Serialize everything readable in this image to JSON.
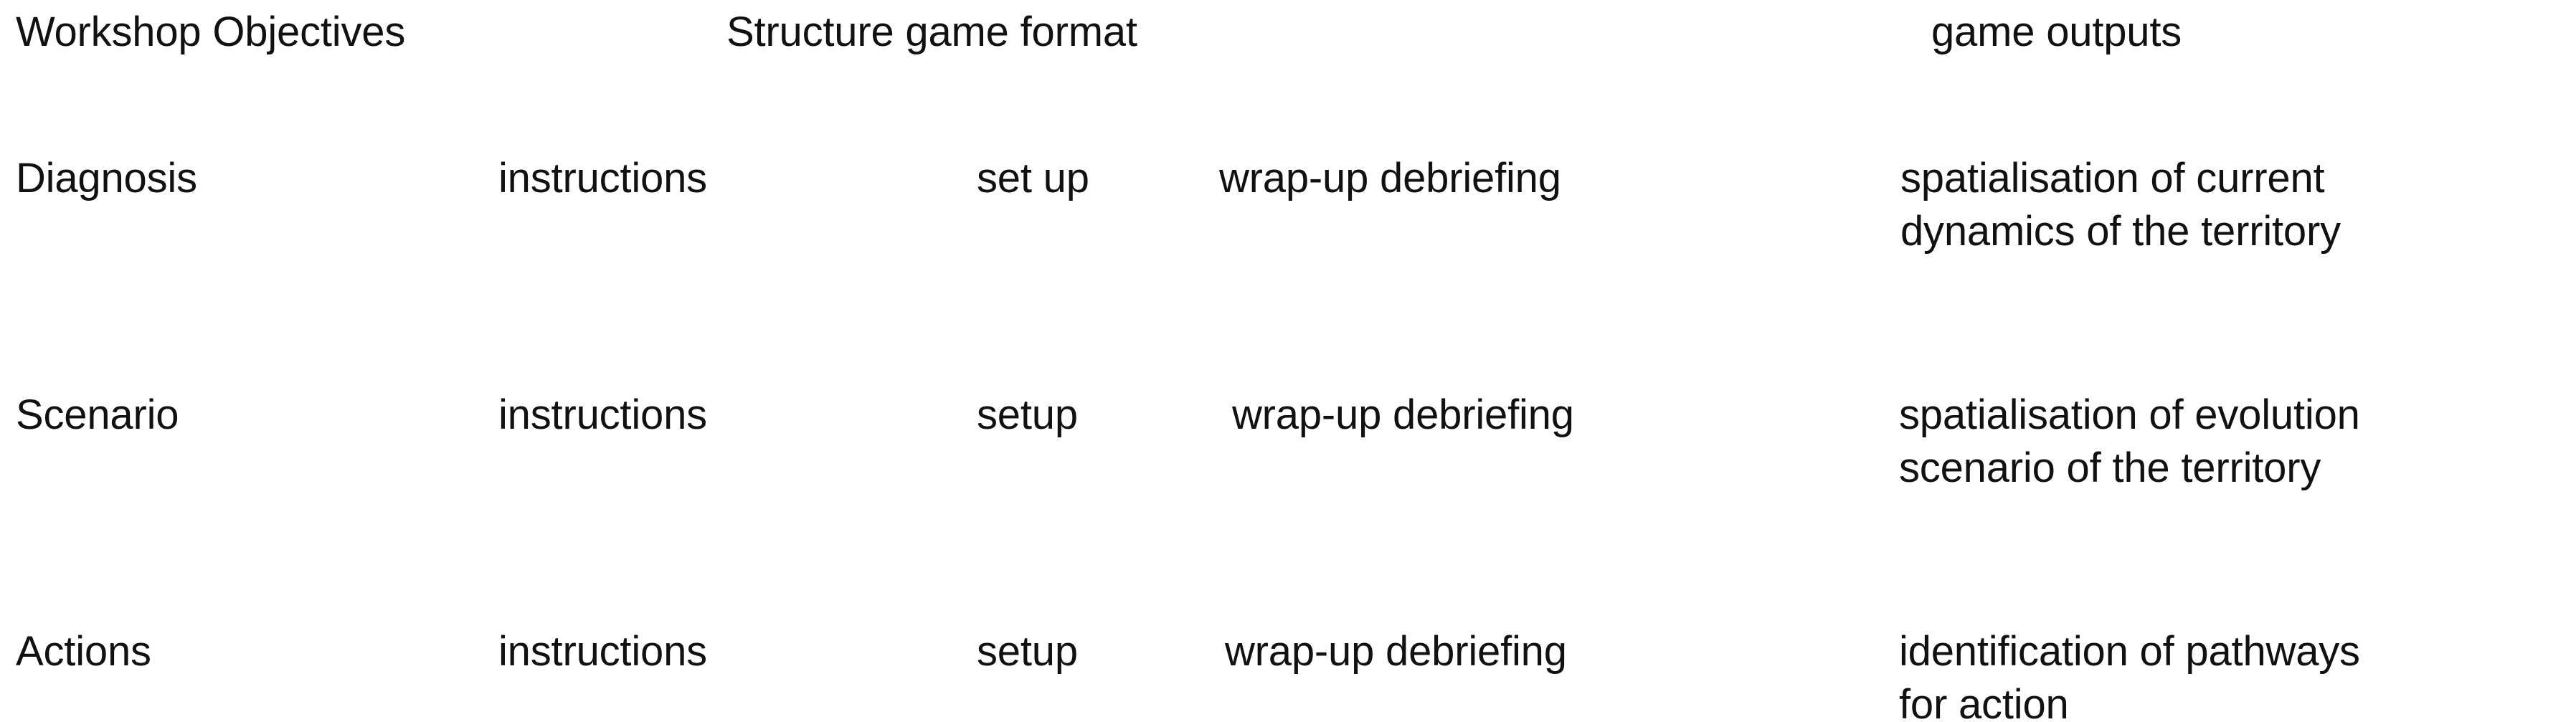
{
  "table": {
    "header": {
      "objectives": "Workshop Objectives",
      "structure": "Structure game format",
      "outputs": "game outputs"
    },
    "columns": [
      "Workshop Objectives",
      "instructions",
      "set up",
      "Structure game format",
      "game outputs"
    ],
    "rows": [
      {
        "objective": "Diagnosis",
        "instructions": "instructions",
        "setup": "set up",
        "format": "wrap-up debriefing",
        "outputs_line1": "spatialisation of current",
        "outputs_line2": "dynamics of the territory"
      },
      {
        "objective": "Scenario",
        "instructions": "instructions",
        "setup": "setup",
        "format": "wrap-up debriefing",
        "outputs_line1": "spatialisation of evolution",
        "outputs_line2": "scenario of the territory"
      },
      {
        "objective": "Actions",
        "instructions": "instructions",
        "setup": "setup",
        "format": "wrap-up debriefing",
        "outputs_line1": "identification of pathways",
        "outputs_line2": "for action"
      }
    ]
  },
  "style": {
    "background": "#ffffff",
    "text_color": "#111111"
  }
}
